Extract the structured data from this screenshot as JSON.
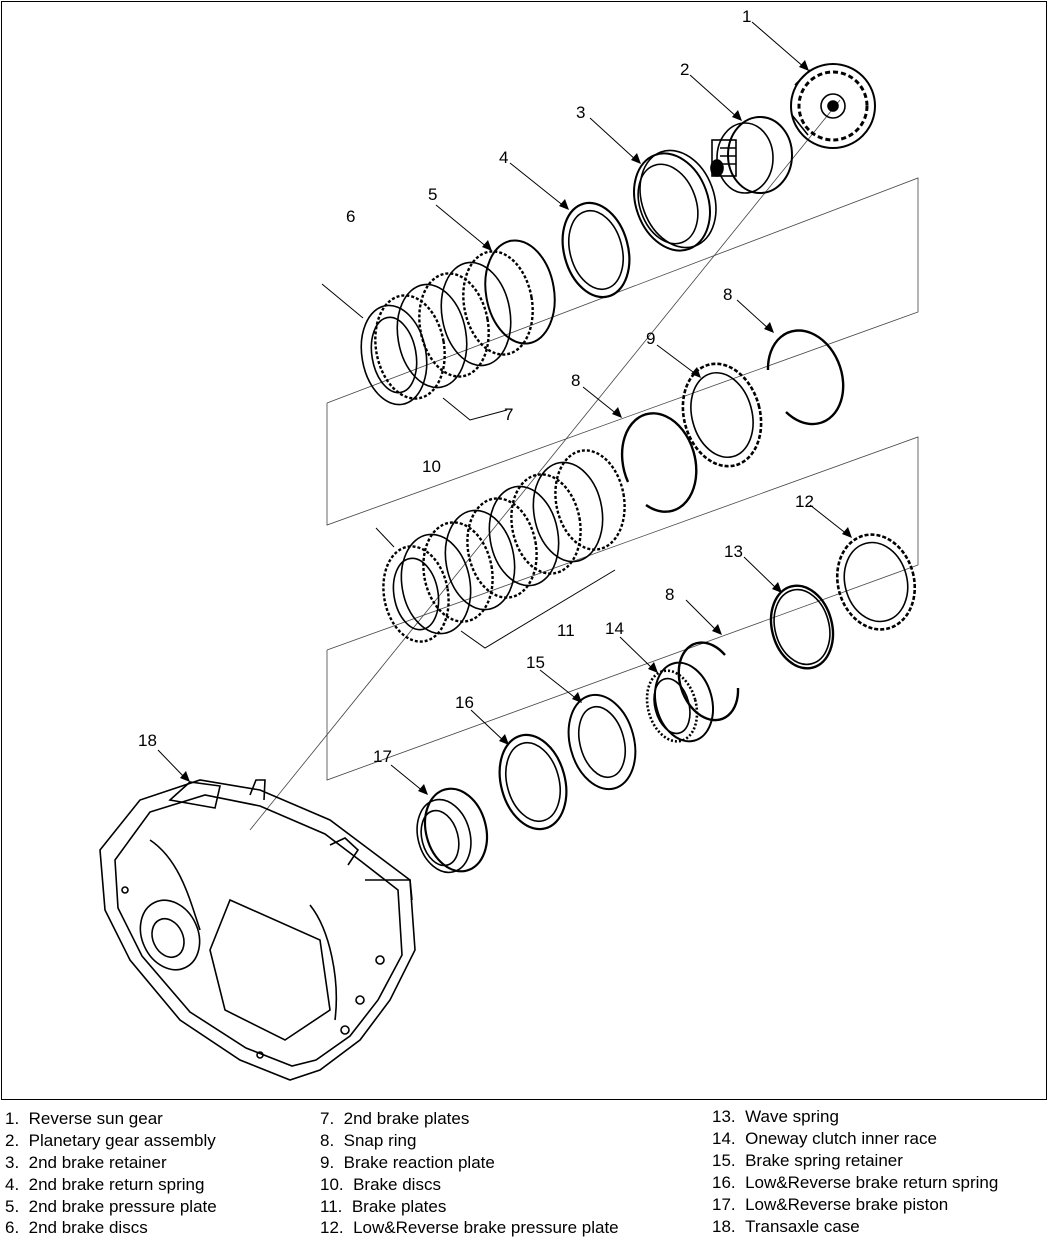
{
  "callouts": {
    "c1": "1",
    "c2": "2",
    "c3": "3",
    "c4": "4",
    "c5": "5",
    "c6": "6",
    "c7": "7",
    "c8a": "8",
    "c8b": "8",
    "c8c": "8",
    "c9": "9",
    "c10": "10",
    "c11": "11",
    "c12": "12",
    "c13": "13",
    "c14": "14",
    "c15": "15",
    "c16": "16",
    "c17": "17",
    "c18": "18"
  },
  "legend": [
    {
      "num": "1.",
      "label": "Reverse sun gear"
    },
    {
      "num": "2.",
      "label": "Planetary gear assembly"
    },
    {
      "num": "3.",
      "label": "2nd brake retainer"
    },
    {
      "num": "4.",
      "label": "2nd brake return spring"
    },
    {
      "num": "5.",
      "label": "2nd brake pressure plate"
    },
    {
      "num": "6.",
      "label": "2nd brake discs"
    },
    {
      "num": "7.",
      "label": "2nd brake plates"
    },
    {
      "num": "8.",
      "label": "Snap ring"
    },
    {
      "num": "9.",
      "label": "Brake reaction plate"
    },
    {
      "num": "10.",
      "label": "Brake discs"
    },
    {
      "num": "11.",
      "label": "Brake plates"
    },
    {
      "num": "12.",
      "label": "Low&Reverse brake pressure plate"
    },
    {
      "num": "13.",
      "label": "Wave spring"
    },
    {
      "num": "14.",
      "label": "Oneway clutch inner race"
    },
    {
      "num": "15.",
      "label": "Brake spring retainer"
    },
    {
      "num": "16.",
      "label": "Low&Reverse brake return spring"
    },
    {
      "num": "17.",
      "label": "Low&Reverse brake piston"
    },
    {
      "num": "18.",
      "label": "Transaxle case"
    }
  ]
}
